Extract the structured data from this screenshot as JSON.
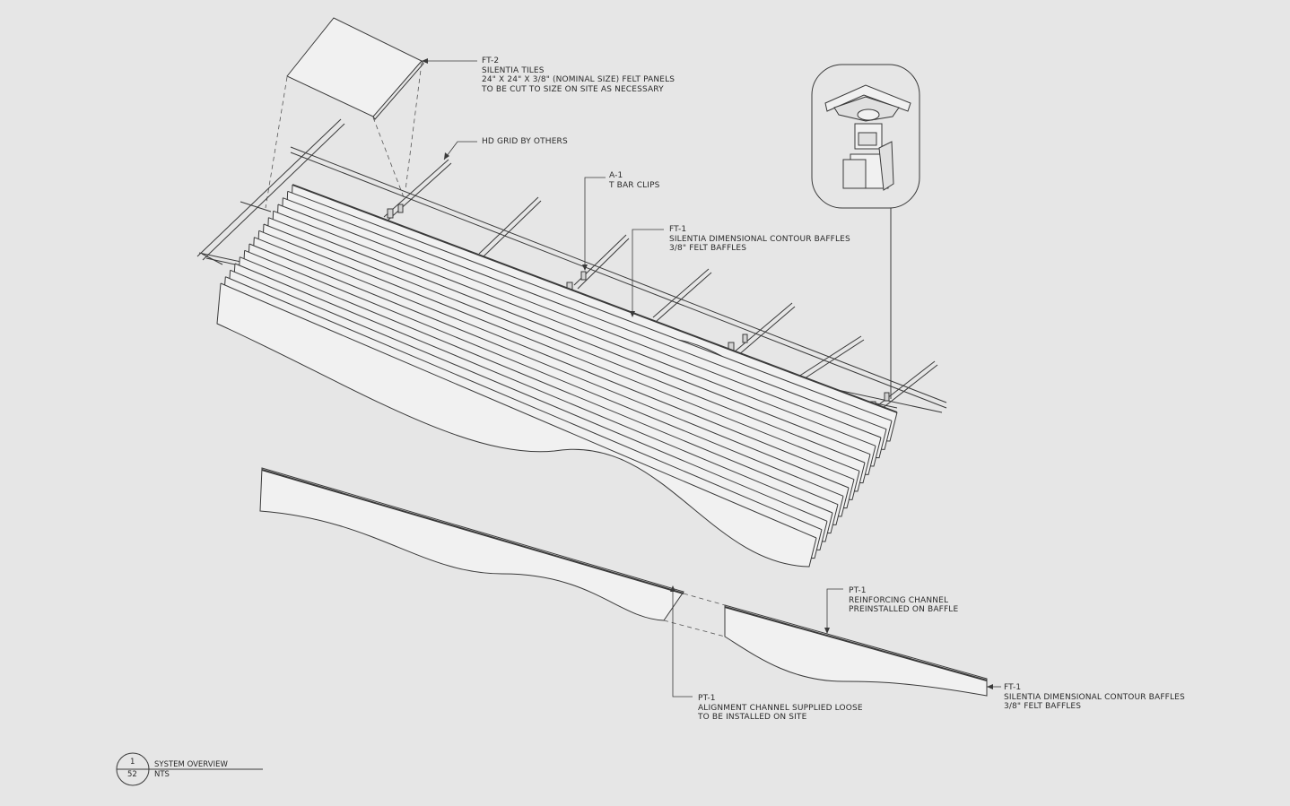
{
  "callouts": {
    "ft2": {
      "lines": [
        "FT-2",
        "SILENTIA TILES",
        "24\" X 24\" X 3/8\" (NOMINAL SIZE) FELT PANELS",
        "TO BE CUT TO SIZE ON SITE AS NECESSARY"
      ]
    },
    "hd_grid": {
      "lines": [
        "HD GRID BY OTHERS"
      ]
    },
    "a1": {
      "lines": [
        "A-1",
        "T BAR CLIPS"
      ]
    },
    "ft1_top": {
      "lines": [
        "FT-1",
        "SILENTIA DIMENSIONAL CONTOUR BAFFLES",
        "3/8\" FELT BAFFLES"
      ]
    },
    "pt1_reinforcing": {
      "lines": [
        "PT-1",
        "REINFORCING CHANNEL",
        "PREINSTALLED ON BAFFLE"
      ]
    },
    "pt1_alignment": {
      "lines": [
        "PT-1",
        "ALIGNMENT CHANNEL SUPPLIED LOOSE",
        "TO BE INSTALLED ON SITE"
      ]
    },
    "ft1_bottom": {
      "lines": [
        "FT-1",
        "SILENTIA DIMENSIONAL CONTOUR BAFFLES",
        "3/8\" FELT BAFFLES"
      ]
    }
  },
  "title_block": {
    "detail_number": "1",
    "sheet_number": "52",
    "title": "SYSTEM OVERVIEW",
    "scale": "NTS"
  },
  "colors": {
    "background": "#e6e6e6",
    "line": "#3a3a3a",
    "panel_fill": "#f1f1f1"
  }
}
